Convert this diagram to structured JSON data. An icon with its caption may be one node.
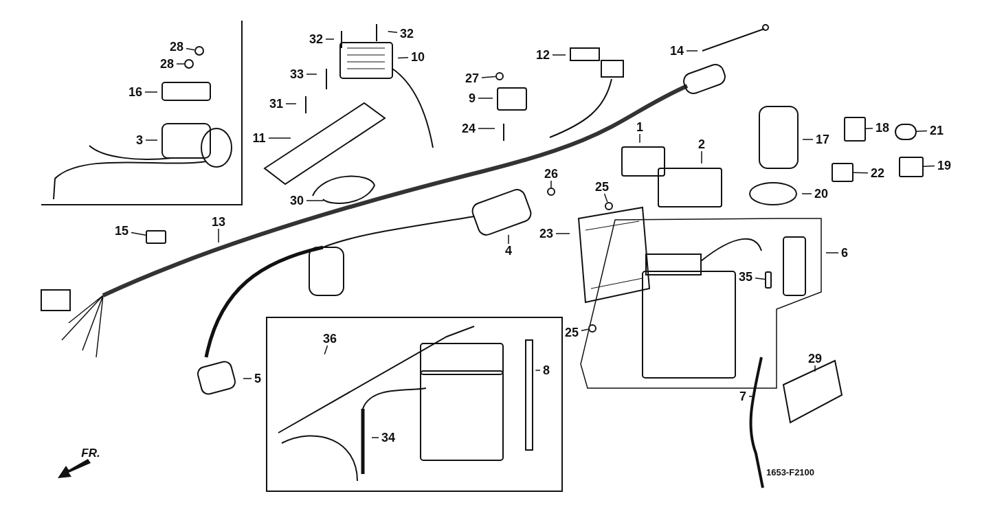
{
  "diagram": {
    "nodes": [
      {
        "text": [
          "28"
        ]
      },
      {
        "text": [
          "32"
        ]
      },
      {
        "text": [
          "32"
        ]
      },
      {
        "text": [
          "10"
        ]
      },
      {
        "text": [
          "14"
        ]
      },
      {
        "text": [
          "12"
        ]
      },
      {
        "text": [
          "28"
        ]
      },
      {
        "text": [
          "16"
        ]
      },
      {
        "text": [
          "33"
        ]
      },
      {
        "text": [
          "27"
        ]
      },
      {
        "text": [
          "9"
        ]
      },
      {
        "text": [
          "31"
        ]
      },
      {
        "text": [
          "1"
        ]
      },
      {
        "text": [
          "2"
        ]
      },
      {
        "text": [
          "17"
        ]
      },
      {
        "text": [
          "18"
        ]
      },
      {
        "text": [
          "21"
        ]
      },
      {
        "text": [
          "3"
        ]
      },
      {
        "text": [
          "11"
        ]
      },
      {
        "text": [
          "24"
        ]
      },
      {
        "text": [
          "26"
        ]
      },
      {
        "text": [
          "22"
        ]
      },
      {
        "text": [
          "19"
        ]
      },
      {
        "text": [
          "25"
        ]
      },
      {
        "text": [
          "20"
        ]
      },
      {
        "text": [
          "30"
        ]
      },
      {
        "text": [
          "15"
        ]
      },
      {
        "text": [
          "13"
        ]
      },
      {
        "text": [
          "23"
        ]
      },
      {
        "text": [
          "4"
        ]
      },
      {
        "text": [
          "6"
        ]
      },
      {
        "text": [
          "35"
        ]
      },
      {
        "text": [
          "36"
        ]
      },
      {
        "text": [
          "25"
        ]
      },
      {
        "text": [
          "8"
        ]
      },
      {
        "text": [
          "29"
        ]
      },
      {
        "text": [
          "5"
        ]
      },
      {
        "text": [
          "7"
        ]
      },
      {
        "text": [
          "34"
        ]
      },
      {
        "text": [],
        "shape": "circle"
      },
      {
        "text": [],
        "shape": "circle"
      },
      {
        "text": [],
        "shape": "circle"
      },
      {
        "text": [],
        "shape": "box"
      },
      {
        "text": [],
        "shape": "circle"
      },
      {
        "text": [],
        "shape": "circle"
      },
      {
        "text": [],
        "shape": "box"
      },
      {
        "text": [],
        "shape": "box"
      },
      {
        "text": [],
        "shape": "circle"
      },
      {
        "text": [],
        "shape": "box"
      },
      {
        "text": [],
        "shape": "box"
      },
      {
        "text": [],
        "shape": "circle"
      }
    ],
    "edges": [
      {
        "from": 0,
        "to": 39,
        "arrow": "none"
      },
      {
        "from": 1,
        "to": null,
        "arrow": "none"
      },
      {
        "from": 2,
        "to": null,
        "arrow": "none"
      },
      {
        "from": 3,
        "to": null,
        "arrow": "none"
      },
      {
        "from": 4,
        "to": null,
        "arrow": "none"
      },
      {
        "from": 5,
        "to": null,
        "arrow": "none"
      },
      {
        "from": 6,
        "to": 40,
        "arrow": "none"
      },
      {
        "from": 7,
        "to": null,
        "arrow": "none"
      },
      {
        "from": 8,
        "to": null,
        "arrow": "none"
      },
      {
        "from": 9,
        "to": 41,
        "arrow": "none"
      },
      {
        "from": 10,
        "to": null,
        "arrow": "none"
      },
      {
        "from": 11,
        "to": null,
        "arrow": "none"
      },
      {
        "from": 12,
        "to": null,
        "arrow": "none"
      },
      {
        "from": 13,
        "to": null,
        "arrow": "none"
      },
      {
        "from": 14,
        "to": null,
        "arrow": "none"
      },
      {
        "from": 15,
        "to": 42,
        "arrow": "none"
      },
      {
        "from": 16,
        "to": 43,
        "arrow": "none"
      },
      {
        "from": 17,
        "to": null,
        "arrow": "none"
      },
      {
        "from": 18,
        "to": null,
        "arrow": "none"
      },
      {
        "from": 19,
        "to": null,
        "arrow": "none"
      },
      {
        "from": 20,
        "to": 44,
        "arrow": "none"
      },
      {
        "from": 21,
        "to": 45,
        "arrow": "none"
      },
      {
        "from": 22,
        "to": 46,
        "arrow": "none"
      },
      {
        "from": 23,
        "to": 47,
        "arrow": "none"
      },
      {
        "from": 24,
        "to": null,
        "arrow": "none"
      },
      {
        "from": 25,
        "to": null,
        "arrow": "none"
      },
      {
        "from": 26,
        "to": 48,
        "arrow": "none"
      },
      {
        "from": 27,
        "to": null,
        "arrow": "none"
      },
      {
        "from": 28,
        "to": null,
        "arrow": "none"
      },
      {
        "from": 29,
        "to": null,
        "arrow": "none"
      },
      {
        "from": 30,
        "to": null,
        "arrow": "none"
      },
      {
        "from": 31,
        "to": 49,
        "arrow": "none"
      },
      {
        "from": 32,
        "to": null,
        "arrow": "none"
      },
      {
        "from": 33,
        "to": 50,
        "arrow": "none"
      },
      {
        "from": 34,
        "to": null,
        "arrow": "none"
      },
      {
        "from": 35,
        "to": null,
        "arrow": "none"
      },
      {
        "from": 36,
        "to": null,
        "arrow": "none"
      },
      {
        "from": 37,
        "to": null,
        "arrow": "none"
      },
      {
        "from": 38,
        "to": null,
        "arrow": "none"
      }
    ],
    "labels": [
      "FR.",
      "1653-F2100"
    ]
  }
}
